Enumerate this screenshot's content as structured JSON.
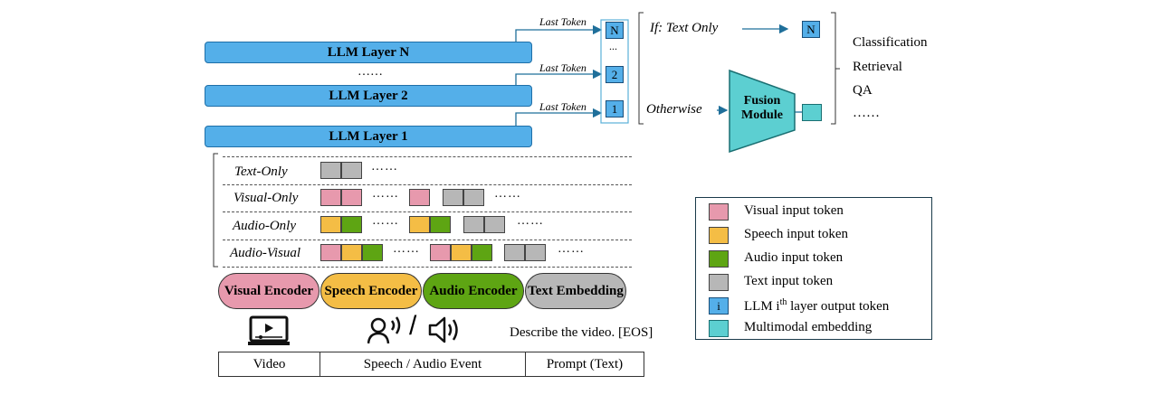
{
  "layers": {
    "n": "LLM Layer N",
    "mid_dots": "……",
    "two": "LLM Layer 2",
    "one": "LLM Layer 1"
  },
  "last_token": "Last Token",
  "outputs": {
    "n": "N",
    "mid": "...",
    "two": "2",
    "one": "1"
  },
  "branch": {
    "text_only": "If: Text Only",
    "otherwise": "Otherwise",
    "fusion": "Fusion Module",
    "out_n": "N"
  },
  "tasks": [
    "Classification",
    "Retrieval",
    "QA",
    "……"
  ],
  "rows": [
    {
      "label": "Text-Only",
      "dots": "……"
    },
    {
      "label": "Visual-Only",
      "dots": "……"
    },
    {
      "label": "Audio-Only",
      "dots": "……"
    },
    {
      "label": "Audio-Visual",
      "dots": "……"
    }
  ],
  "encoders": [
    {
      "label": "Visual Encoder",
      "color": "#e799ad"
    },
    {
      "label": "Speech Encoder",
      "color": "#f4bd45"
    },
    {
      "label": "Audio Encoder",
      "color": "#5ea513"
    },
    {
      "label": "Text Embedding",
      "color": "#b7b7b7"
    }
  ],
  "prompt_text": "Describe the video. [EOS]",
  "icons": [
    "video-player-icon",
    "speaker-person-icon",
    "loudspeaker-icon"
  ],
  "inputs": {
    "slash": "/",
    "video": "Video",
    "speech": "Speech / Audio Event",
    "prompt": "Prompt (Text)"
  },
  "legend": [
    {
      "label": "Visual input token",
      "color": "#e799ad"
    },
    {
      "label": "Speech input token",
      "color": "#f4bd45"
    },
    {
      "label": "Audio input token",
      "color": "#5ea513"
    },
    {
      "label": "Text input token",
      "color": "#b7b7b7"
    },
    {
      "label_pre": "LLM i",
      "label_sup": "th",
      "label_post": " layer output token",
      "marker": "i",
      "color": "#54afe9"
    },
    {
      "label": "Multimodal embedding",
      "color": "#5ccfd1"
    }
  ]
}
